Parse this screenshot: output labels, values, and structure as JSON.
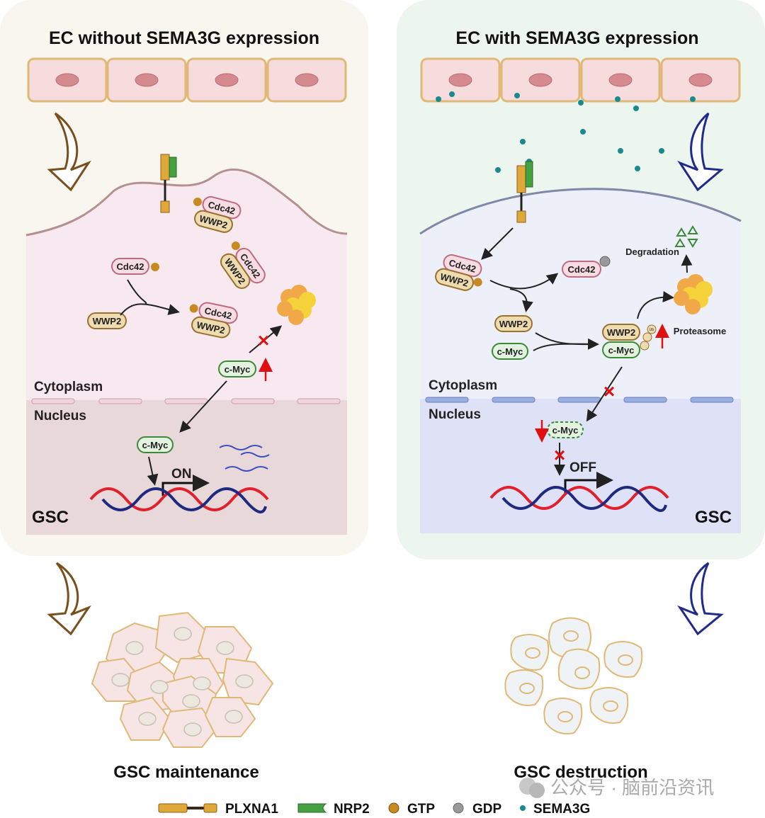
{
  "left_panel": {
    "title": "EC without SEMA3G expression",
    "cdc42": "Cdc42",
    "wwp2": "WWP2",
    "cmyc": "c-Myc",
    "gtp": "GTP",
    "cytoplasm": "Cytoplasm",
    "nucleus": "Nucleus",
    "on": "ON",
    "gsc": "GSC",
    "outcome": "GSC maintenance"
  },
  "right_panel": {
    "title": "EC with SEMA3G expression",
    "cdc42": "Cdc42",
    "wwp2": "WWP2",
    "cmyc": "c-Myc",
    "gtp": "GTP",
    "gdp": "GDP",
    "ub": "Ub",
    "degradation": "Degradation",
    "proteasome": "Proteasome",
    "cytoplasm": "Cytoplasm",
    "nucleus": "Nucleus",
    "off": "OFF",
    "gsc": "GSC",
    "outcome": "GSC destruction"
  },
  "legend": {
    "plxna1": "PLXNA1",
    "nrp2": "NRP2",
    "gtp": "GTP",
    "gdp": "GDP",
    "sema3g": "SEMA3G"
  },
  "watermark": "公众号 · 脑前沿资讯",
  "colors": {
    "left_arrow": "#7a4f1e",
    "right_arrow": "#1f2a8c",
    "sema3g": "#1a8a8f",
    "inhibit": "#e01010"
  }
}
